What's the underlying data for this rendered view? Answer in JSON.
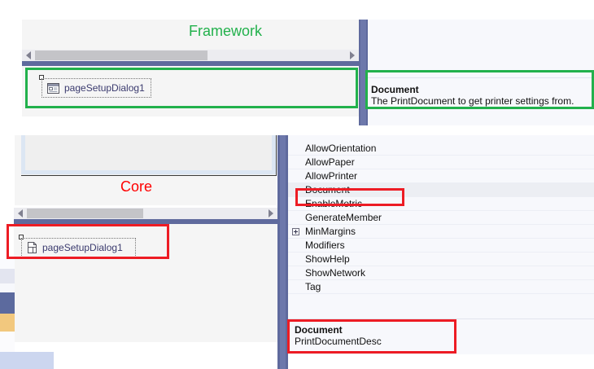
{
  "captions": {
    "framework": "Framework",
    "core": "Core"
  },
  "colors": {
    "framework_accent": "#22b14c",
    "core_accent": "#ff0000",
    "annotation_green": "#22b14c",
    "annotation_red": "#ed1c24",
    "splitter": "#5f6a9d",
    "selected_row": "#eceef3",
    "strip_blue": "#5c6a9e",
    "strip_orange": "#f2c87e",
    "strip_lavender": "#e3e5f0",
    "strip_periwinkle": "#ccd6ef"
  },
  "framework_panel": {
    "scrollbar": {
      "left_arrow": "scroll-left-arrow",
      "right_arrow": "scroll-right-arrow"
    },
    "tray": {
      "component_name": "pageSetupDialog1",
      "icon": "dialog-window-icon"
    },
    "description": {
      "title": "Document",
      "text": "The PrintDocument to get printer settings from."
    }
  },
  "core_panel": {
    "scrollbar": {
      "left_arrow": "scroll-left-arrow",
      "right_arrow": "scroll-right-arrow"
    },
    "tray": {
      "component_name": "pageSetupDialog1",
      "icon": "document-page-icon"
    }
  },
  "property_grid": {
    "rows": [
      {
        "name": "AllowOrientation",
        "expandable": false,
        "selected": false
      },
      {
        "name": "AllowPaper",
        "expandable": false,
        "selected": false
      },
      {
        "name": "AllowPrinter",
        "expandable": false,
        "selected": false
      },
      {
        "name": "Document",
        "expandable": false,
        "selected": true
      },
      {
        "name": "EnableMetric",
        "expandable": false,
        "selected": false
      },
      {
        "name": "GenerateMember",
        "expandable": false,
        "selected": false
      },
      {
        "name": "MinMargins",
        "expandable": true,
        "selected": false
      },
      {
        "name": "Modifiers",
        "expandable": false,
        "selected": false
      },
      {
        "name": "ShowHelp",
        "expandable": false,
        "selected": false
      },
      {
        "name": "ShowNetwork",
        "expandable": false,
        "selected": false
      },
      {
        "name": "Tag",
        "expandable": false,
        "selected": false
      }
    ],
    "description": {
      "title": "Document",
      "text": "PrintDocumentDesc"
    }
  }
}
